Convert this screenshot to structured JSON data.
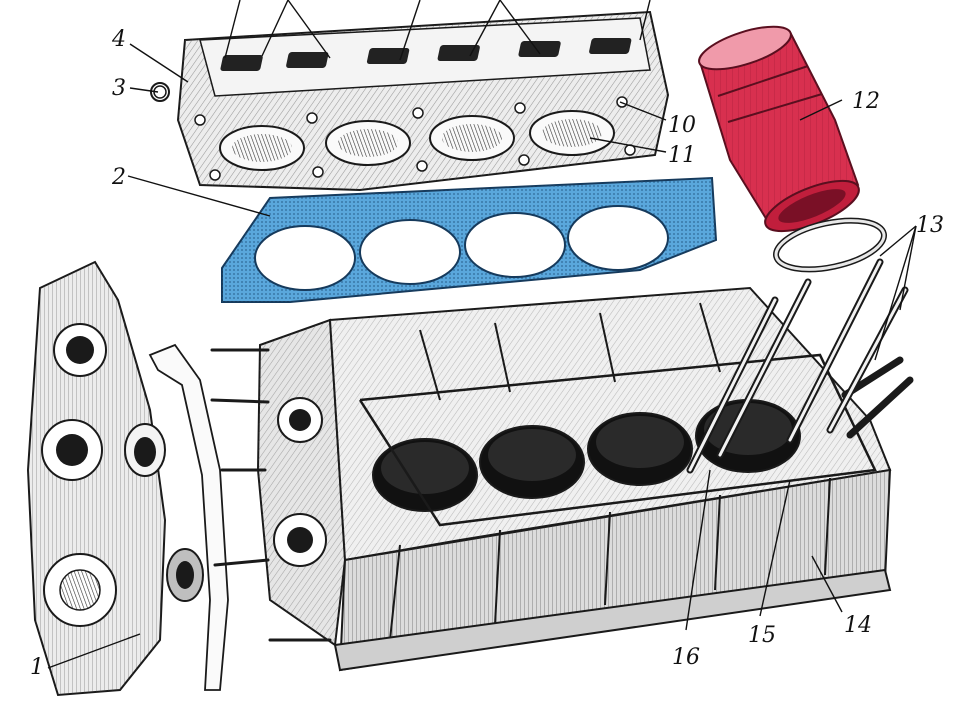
{
  "figure": {
    "part_labels": [
      "1",
      "2",
      "3",
      "4",
      "10",
      "11",
      "12",
      "13",
      "14",
      "15",
      "16"
    ]
  },
  "colors": {
    "gasket": "#5aa7dc",
    "liner": "#d8304f",
    "ink": "#1a1a1a",
    "metal": "#d9d9d9"
  }
}
